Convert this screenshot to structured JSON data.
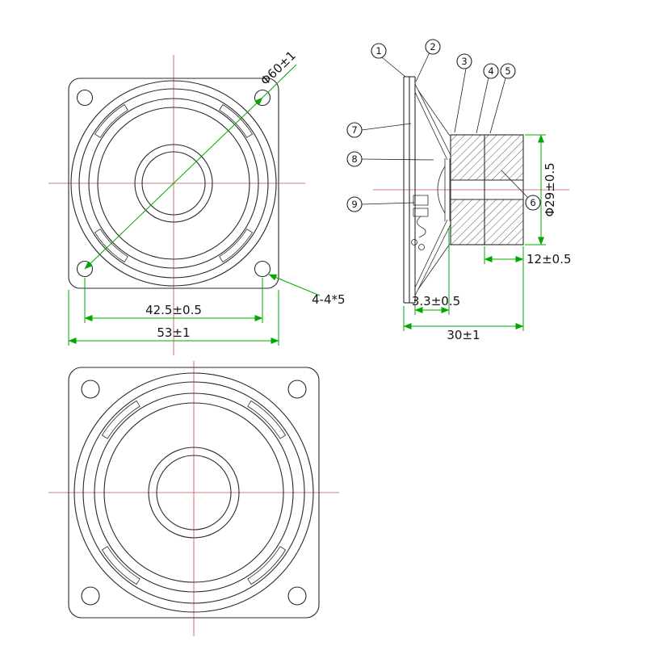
{
  "colors": {
    "line": "#2a2a2a",
    "dimension": "#00a800",
    "centerline": "#c05050",
    "background": "#ffffff"
  },
  "front_view": {
    "dim_bolt_circle": "Φ60±1",
    "dim_hole_spacing": "42.5±0.5",
    "dim_overall_width": "53±1",
    "dim_mount_holes": "4-4*5"
  },
  "side_view": {
    "callouts": [
      "1",
      "2",
      "3",
      "4",
      "5",
      "6",
      "7",
      "8",
      "9"
    ],
    "dim_magnet_diameter": "Φ29±0.5",
    "dim_magnet_depth": "12±0.5",
    "dim_flange_depth": "3.3±0.5",
    "dim_overall_depth": "30±1"
  }
}
